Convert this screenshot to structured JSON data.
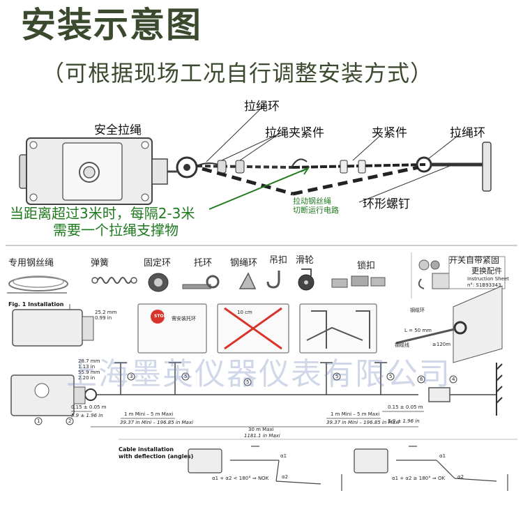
{
  "header": {
    "title": "安装示意图",
    "subtitle": "（可根据现场工况自行调整安装方式）"
  },
  "top_diagram": {
    "labels": {
      "pull_rope_ring_1": "拉绳环",
      "safety_pull_switch": "安全拉绳",
      "rope_clamp": "拉绳夹紧件",
      "clamp": "夹紧件",
      "pull_rope_ring_2": "拉绳环",
      "wire_note": "拉动钢丝绳\n切断运行电路",
      "eye_bolt": "环形螺钉"
    },
    "support_note_line1": "当距离超过3米时，每隔2-3米",
    "support_note_line2": "需要一个拉绳支撑物"
  },
  "accessories": {
    "items": [
      "专用钢丝绳",
      "弹簧",
      "固定环",
      "托环",
      "钢绳环",
      "吊扣",
      "滑轮",
      "锁扣"
    ],
    "kit_title": "开关自带紧固",
    "kit_subtitle": "更换配件",
    "instruction_sheet": "Instruction Sheet",
    "sheet_number": "n°: S1B93343"
  },
  "installation": {
    "fig_label": "Fig. 1  Installation",
    "insets": {
      "stop_label": "STOP",
      "support_note": "需安装托环",
      "dim_10cm": "10 cm",
      "cable_ring": "钢缆环",
      "dim_50": "L = 50 mm",
      "dim_120": "≥120m",
      "wire": "钢缆线"
    },
    "dims": {
      "d1": "25.2 mm",
      "d1_in": "0.99 in",
      "d2": "28.7 mm",
      "d2_in": "1.13 in",
      "d3": "55.9 mm",
      "d3_in": "2.20 in",
      "span1": "1 m Mini – 5 m Maxi",
      "span1_in": "39.37 in Mini – 196.85 in Maxi",
      "span2": "1 m Mini – 5 m Maxi",
      "span2_in": "39.37 in Mini – 196.85 in Maxi",
      "total": "30 m Maxi",
      "total_in": "1181.1 in Maxi",
      "gap1": "0.15 ± 0.05 m",
      "gap1_in": "5.9 ± 1.96 in",
      "gap2": "0.15 ± 0.05 m",
      "gap2_in": "5.9 ± 1.96 in"
    },
    "callouts": [
      "1",
      "2",
      "3",
      "5",
      "5",
      "5",
      "5",
      "6",
      "4"
    ]
  },
  "deflection": {
    "title_line1": "Cable installation",
    "title_line2": "with deflection (angles)",
    "left_rule": "α1 + α2 < 180° ⇒ NOK",
    "right_rule": "α1 + α2 ≥ 180° ⇒ OK",
    "a1": "α1",
    "a2": "α2"
  },
  "watermark": "上海墨英仪器仪表有限公司",
  "colors": {
    "title": "#3b4a2e",
    "note_green": "#1f7a1f",
    "stop_red": "#d9342b",
    "watermark": "#8c9cc8"
  }
}
